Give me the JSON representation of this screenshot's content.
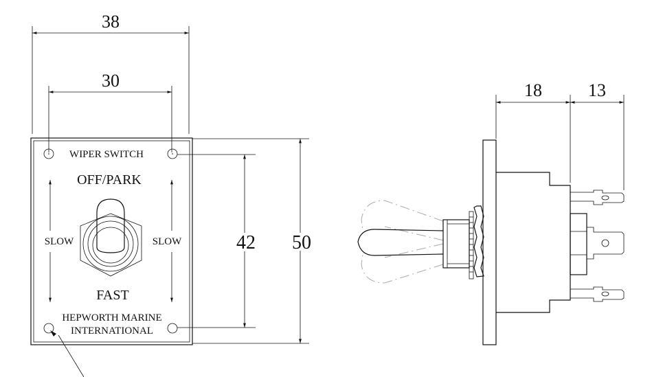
{
  "dimensions": {
    "width_outer": "38",
    "width_holes": "30",
    "height_holes": "42",
    "height_outer": "50",
    "body_depth": "18",
    "terminal_length": "13"
  },
  "panel": {
    "title": "WIPER SWITCH",
    "top_label": "OFF/PARK",
    "left_label": "SLOW",
    "right_label": "SLOW",
    "bottom_label": "FAST",
    "maker_line1": "HEPWORTH MARINE",
    "maker_line2": "INTERNATIONAL"
  }
}
